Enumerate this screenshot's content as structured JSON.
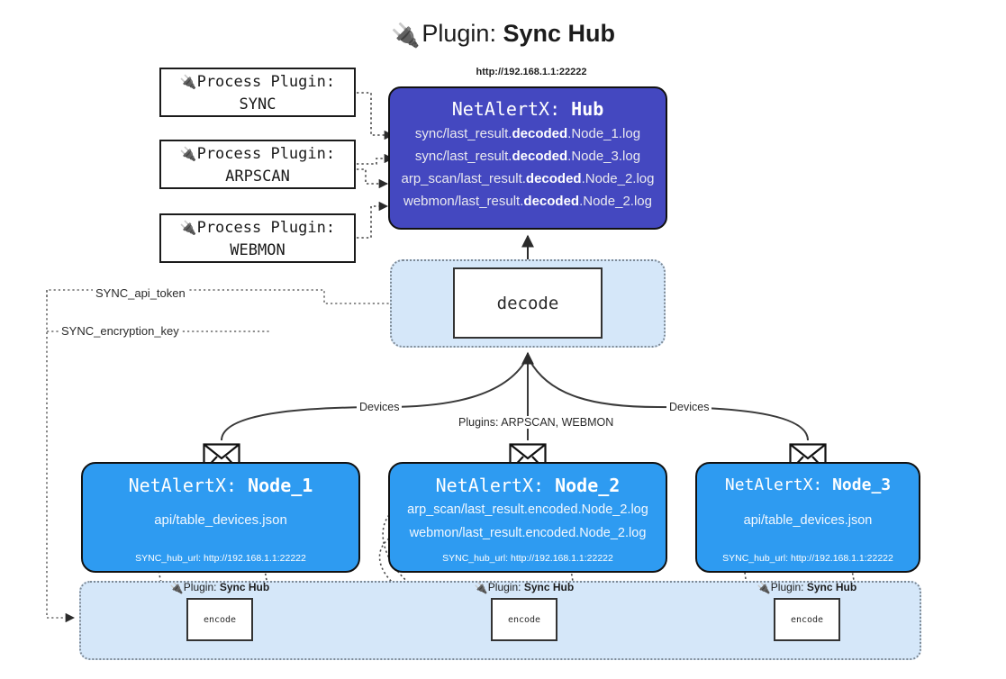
{
  "title": {
    "icon": "plug-icon",
    "prefix": "Plugin: ",
    "name": "Sync Hub"
  },
  "process_plugins": [
    {
      "icon": "plug-icon",
      "line1": "Process Plugin:",
      "line2": "SYNC"
    },
    {
      "icon": "plug-icon",
      "line1": "Process Plugin:",
      "line2": "ARPSCAN"
    },
    {
      "icon": "plug-icon",
      "line1": "Process Plugin:",
      "line2": "WEBMON"
    }
  ],
  "hub": {
    "url": "http://192.168.1.1:22222",
    "title_prefix": "NetAlertX: ",
    "title_name": "Hub",
    "logs": [
      {
        "pre": "sync/last_result.",
        "bold": "decoded",
        "post": ".Node_1.log"
      },
      {
        "pre": "sync/last_result.",
        "bold": "decoded",
        "post": ".Node_3.log"
      },
      {
        "pre": "arp_scan/last_result.",
        "bold": "decoded",
        "post": ".Node_2.log"
      },
      {
        "pre": "webmon/last_result.",
        "bold": "decoded",
        "post": ".Node_2.log"
      }
    ]
  },
  "decode": {
    "label": "decode"
  },
  "secrets": {
    "api_token": "SYNC_api_token",
    "encryption_key": "SYNC_encryption_key"
  },
  "edges": {
    "devices_left": "Devices",
    "devices_right": "Devices",
    "plugins_mid": "Plugins: ARPSCAN, WEBMON"
  },
  "nodes": [
    {
      "title_prefix": "NetAlertX: ",
      "title_name": "Node_1",
      "lines": [
        "api/table_devices.json"
      ],
      "footer": "SYNC_hub_url: http://192.168.1.1:22222",
      "envelope_icon": "envelope-icon"
    },
    {
      "title_prefix": "NetAlertX: ",
      "title_name": "Node_2",
      "lines": [
        "arp_scan/last_result.encoded.Node_2.log",
        "webmon/last_result.encoded.Node_2.log"
      ],
      "footer": "SYNC_hub_url: http://192.168.1.1:22222",
      "envelope_icon": "envelope-icon"
    },
    {
      "title_prefix": "NetAlertX: ",
      "title_name": "Node_3",
      "lines": [
        "api/table_devices.json"
      ],
      "footer": "SYNC_hub_url: http://192.168.1.1:22222",
      "envelope_icon": "envelope-icon"
    }
  ],
  "encoders": [
    {
      "icon": "plug-icon",
      "label_prefix": "Plugin: ",
      "label_name": "Sync Hub",
      "box": "encode"
    },
    {
      "icon": "plug-icon",
      "label_prefix": "Plugin: ",
      "label_name": "Sync Hub",
      "box": "encode"
    },
    {
      "icon": "plug-icon",
      "label_prefix": "Plugin: ",
      "label_name": "Sync Hub",
      "box": "encode"
    }
  ],
  "colors": {
    "hub_fill": "#4448c0",
    "node_fill": "#2e9bf1",
    "group_fill": "#d5e7f9",
    "box_stroke": "#111111",
    "page_bg": "#ffffff"
  }
}
